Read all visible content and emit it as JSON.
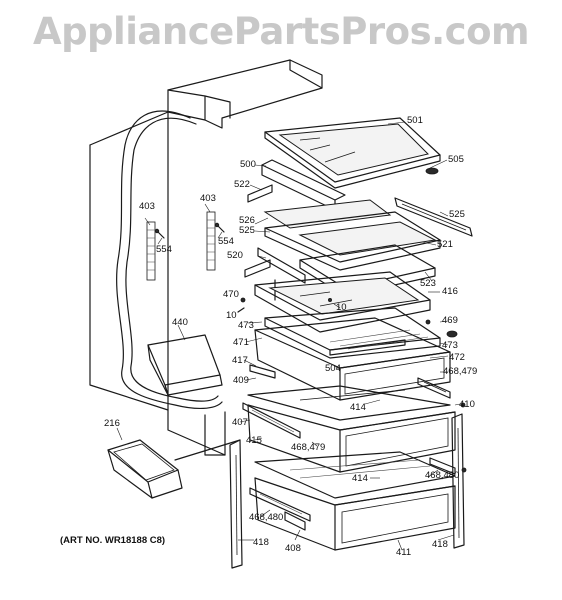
{
  "watermark": "AppliancePartsPros.com",
  "art_no": "(ART NO. WR18188 C8)",
  "callouts": {
    "c501": "501",
    "c505": "505",
    "c500": "500",
    "c522": "522",
    "c525a": "525",
    "c526": "526",
    "c525b": "525",
    "c521": "521",
    "c520": "520",
    "c523": "523",
    "c403a": "403",
    "c554a": "554",
    "c403b": "403",
    "c554b": "554",
    "c470": "470",
    "c416": "416",
    "c10a": "10",
    "c10b": "10",
    "c469": "469",
    "c473a": "473",
    "c473b": "473",
    "c440": "440",
    "c471": "471",
    "c472": "472",
    "c417": "417",
    "c504": "504",
    "c468a": "468,479",
    "c409": "409",
    "c414a": "414",
    "c410": "410",
    "c407": "407",
    "c415": "415",
    "c468b": "468,479",
    "c216": "216",
    "c414b": "414",
    "c468c": "468,480",
    "c468d": "468,480",
    "c418a": "418",
    "c408": "408",
    "c411": "411",
    "c418b": "418"
  }
}
